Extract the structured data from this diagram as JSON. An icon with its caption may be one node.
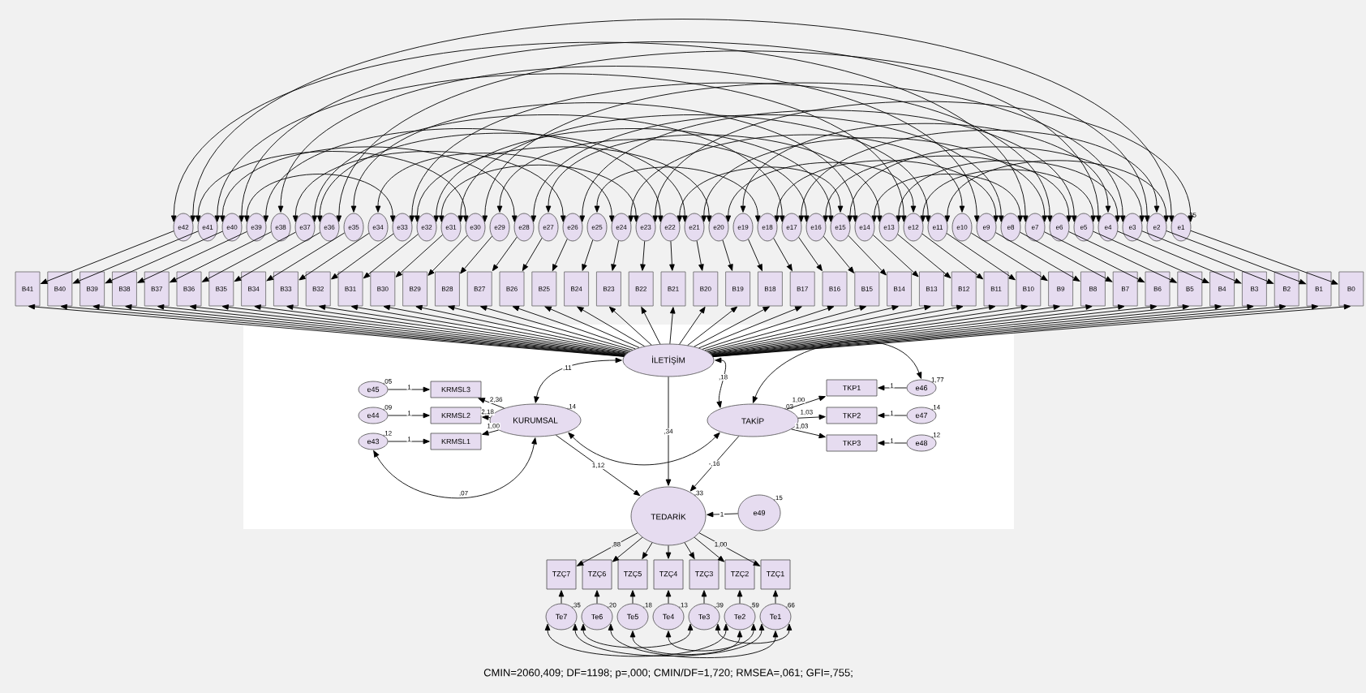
{
  "diagram": {
    "caption": "CMIN=2060,409; DF=1198; p=,000; CMIN/DF=1,720; RMSEA=,061; GFI=,755;",
    "nodes": [
      {
        "text": [
          "e42"
        ]
      },
      {
        "text": [
          "e41"
        ]
      },
      {
        "text": [
          "e40"
        ]
      },
      {
        "text": [
          "e39"
        ]
      },
      {
        "text": [
          "e38"
        ]
      },
      {
        "text": [
          "e37"
        ]
      },
      {
        "text": [
          "e36"
        ]
      },
      {
        "text": [
          "e35"
        ]
      },
      {
        "text": [
          "e34"
        ]
      },
      {
        "text": [
          "e33"
        ]
      },
      {
        "text": [
          "e32"
        ]
      },
      {
        "text": [
          "e31"
        ]
      },
      {
        "text": [
          "e30"
        ]
      },
      {
        "text": [
          "e29"
        ]
      },
      {
        "text": [
          "e28"
        ]
      },
      {
        "text": [
          "e27"
        ]
      },
      {
        "text": [
          "e26"
        ]
      },
      {
        "text": [
          "e25"
        ]
      },
      {
        "text": [
          "e24"
        ]
      },
      {
        "text": [
          "e23"
        ]
      },
      {
        "text": [
          "e22"
        ]
      },
      {
        "text": [
          "e21"
        ]
      },
      {
        "text": [
          "e20"
        ]
      },
      {
        "text": [
          "e19"
        ]
      },
      {
        "text": [
          "e18"
        ]
      },
      {
        "text": [
          "e17"
        ]
      },
      {
        "text": [
          "e16"
        ]
      },
      {
        "text": [
          "e15"
        ]
      },
      {
        "text": [
          "e14"
        ]
      },
      {
        "text": [
          "e13"
        ]
      },
      {
        "text": [
          "e12"
        ]
      },
      {
        "text": [
          "e11"
        ]
      },
      {
        "text": [
          "e10"
        ]
      },
      {
        "text": [
          "e9"
        ]
      },
      {
        "text": [
          "e8"
        ]
      },
      {
        "text": [
          "e7"
        ]
      },
      {
        "text": [
          "e6"
        ]
      },
      {
        "text": [
          "e5"
        ]
      },
      {
        "text": [
          "e4"
        ]
      },
      {
        "text": [
          "e3"
        ]
      },
      {
        "text": [
          "e2"
        ]
      },
      {
        "text": [
          "e1"
        ],
        "beside": [
          ",35"
        ]
      },
      {
        "text": [
          "B41"
        ]
      },
      {
        "text": [
          "B40"
        ]
      },
      {
        "text": [
          "B39"
        ]
      },
      {
        "text": [
          "B38"
        ]
      },
      {
        "text": [
          "B37"
        ]
      },
      {
        "text": [
          "B36"
        ]
      },
      {
        "text": [
          "B35"
        ]
      },
      {
        "text": [
          "B34"
        ]
      },
      {
        "text": [
          "B33"
        ]
      },
      {
        "text": [
          "B32"
        ]
      },
      {
        "text": [
          "B31"
        ]
      },
      {
        "text": [
          "B30"
        ]
      },
      {
        "text": [
          "B29"
        ]
      },
      {
        "text": [
          "B28"
        ]
      },
      {
        "text": [
          "B27"
        ]
      },
      {
        "text": [
          "B26"
        ]
      },
      {
        "text": [
          "B25"
        ]
      },
      {
        "text": [
          "B24"
        ]
      },
      {
        "text": [
          "B23"
        ]
      },
      {
        "text": [
          "B22"
        ]
      },
      {
        "text": [
          "B21"
        ]
      },
      {
        "text": [
          "B20"
        ]
      },
      {
        "text": [
          "B19"
        ]
      },
      {
        "text": [
          "B18"
        ]
      },
      {
        "text": [
          "B17"
        ]
      },
      {
        "text": [
          "B16"
        ]
      },
      {
        "text": [
          "B15"
        ]
      },
      {
        "text": [
          "B14"
        ]
      },
      {
        "text": [
          "B13"
        ]
      },
      {
        "text": [
          "B12"
        ]
      },
      {
        "text": [
          "B11"
        ]
      },
      {
        "text": [
          "B10"
        ]
      },
      {
        "text": [
          "B9"
        ]
      },
      {
        "text": [
          "B8"
        ]
      },
      {
        "text": [
          "B7"
        ]
      },
      {
        "text": [
          "B6"
        ]
      },
      {
        "text": [
          "B5"
        ]
      },
      {
        "text": [
          "B4"
        ]
      },
      {
        "text": [
          "B3"
        ]
      },
      {
        "text": [
          "B2"
        ]
      },
      {
        "text": [
          "B1"
        ]
      },
      {
        "text": [
          "B0"
        ]
      },
      {
        "text": [
          "İLETİŞİM"
        ]
      },
      {
        "text": [
          "e45"
        ],
        "beside": [
          ",05"
        ]
      },
      {
        "text": [
          "KRMSL3"
        ]
      },
      {
        "text": [
          "KURUMSAL"
        ],
        "beside": [
          ",14"
        ]
      },
      {
        "text": [
          "e44"
        ],
        "beside": [
          ",09"
        ]
      },
      {
        "text": [
          "KRMSL2"
        ]
      },
      {
        "text": [
          "e43"
        ],
        "beside": [
          ",12"
        ]
      },
      {
        "text": [
          "KRMSL1"
        ]
      },
      {
        "text": [
          "TAKİP"
        ],
        "beside": [
          ",03"
        ]
      },
      {
        "text": [
          "TKP1"
        ]
      },
      {
        "text": [
          "e46"
        ],
        "beside": [
          "1,77"
        ]
      },
      {
        "text": [
          "TKP2"
        ]
      },
      {
        "text": [
          "e47"
        ],
        "beside": [
          ",14"
        ]
      },
      {
        "text": [
          "TKP3"
        ]
      },
      {
        "text": [
          "e48"
        ],
        "beside": [
          ",12"
        ]
      },
      {
        "text": [
          "TEDARİK"
        ],
        "beside": [
          ",33"
        ]
      },
      {
        "text": [
          "e49"
        ],
        "beside": [
          ",15"
        ]
      },
      {
        "text": [
          "TZÇ7"
        ]
      },
      {
        "text": [
          "TZÇ6"
        ]
      },
      {
        "text": [
          "TZÇ5"
        ]
      },
      {
        "text": [
          "TZÇ4"
        ]
      },
      {
        "text": [
          "TZÇ3"
        ]
      },
      {
        "text": [
          "TZÇ2"
        ]
      },
      {
        "text": [
          "TZÇ1"
        ]
      },
      {
        "text": [
          "Te7"
        ],
        "beside": [
          ",35"
        ]
      },
      {
        "text": [
          "Te6"
        ],
        "beside": [
          ",20"
        ]
      },
      {
        "text": [
          "Te5"
        ],
        "beside": [
          ",18"
        ]
      },
      {
        "text": [
          "Te4"
        ],
        "beside": [
          ",13"
        ]
      },
      {
        "text": [
          "Te3"
        ],
        "beside": [
          ",39"
        ]
      },
      {
        "text": [
          "Te2"
        ],
        "beside": [
          ",59"
        ]
      },
      {
        "text": [
          "Te1"
        ],
        "beside": [
          ",66"
        ]
      }
    ],
    "edges": [
      {
        "from": 0,
        "to": 42,
        "arrow": "to"
      },
      {
        "from": 1,
        "to": 43,
        "arrow": "to"
      },
      {
        "from": 2,
        "to": 44,
        "arrow": "to"
      },
      {
        "from": 3,
        "to": 45,
        "arrow": "to"
      },
      {
        "from": 4,
        "to": 46,
        "arrow": "to"
      },
      {
        "from": 5,
        "to": 47,
        "arrow": "to"
      },
      {
        "from": 6,
        "to": 48,
        "arrow": "to"
      },
      {
        "from": 7,
        "to": 49,
        "arrow": "to"
      },
      {
        "from": 8,
        "to": 50,
        "arrow": "to"
      },
      {
        "from": 9,
        "to": 51,
        "arrow": "to"
      },
      {
        "from": 10,
        "to": 52,
        "arrow": "to"
      },
      {
        "from": 11,
        "to": 53,
        "arrow": "to"
      },
      {
        "from": 12,
        "to": 54,
        "arrow": "to"
      },
      {
        "from": 13,
        "to": 55,
        "arrow": "to"
      },
      {
        "from": 14,
        "to": 56,
        "arrow": "to"
      },
      {
        "from": 15,
        "to": 57,
        "arrow": "to"
      },
      {
        "from": 16,
        "to": 58,
        "arrow": "to"
      },
      {
        "from": 17,
        "to": 59,
        "arrow": "to"
      },
      {
        "from": 18,
        "to": 60,
        "arrow": "to"
      },
      {
        "from": 19,
        "to": 61,
        "arrow": "to"
      },
      {
        "from": 20,
        "to": 62,
        "arrow": "to"
      },
      {
        "from": 21,
        "to": 63,
        "arrow": "to"
      },
      {
        "from": 22,
        "to": 64,
        "arrow": "to"
      },
      {
        "from": 23,
        "to": 65,
        "arrow": "to"
      },
      {
        "from": 24,
        "to": 66,
        "arrow": "to"
      },
      {
        "from": 25,
        "to": 67,
        "arrow": "to"
      },
      {
        "from": 26,
        "to": 68,
        "arrow": "to"
      },
      {
        "from": 27,
        "to": 69,
        "arrow": "to"
      },
      {
        "from": 28,
        "to": 70,
        "arrow": "to"
      },
      {
        "from": 29,
        "to": 71,
        "arrow": "to"
      },
      {
        "from": 30,
        "to": 72,
        "arrow": "to"
      },
      {
        "from": 31,
        "to": 73,
        "arrow": "to"
      },
      {
        "from": 32,
        "to": 74,
        "arrow": "to"
      },
      {
        "from": 33,
        "to": 75,
        "arrow": "to"
      },
      {
        "from": 34,
        "to": 76,
        "arrow": "to"
      },
      {
        "from": 35,
        "to": 77,
        "arrow": "to"
      },
      {
        "from": 36,
        "to": 78,
        "arrow": "to"
      },
      {
        "from": 37,
        "to": 79,
        "arrow": "to"
      },
      {
        "from": 38,
        "to": 80,
        "arrow": "to"
      },
      {
        "from": 39,
        "to": 81,
        "arrow": "to"
      },
      {
        "from": 40,
        "to": 82,
        "arrow": "to"
      },
      {
        "from": 41,
        "to": 83,
        "arrow": "to"
      },
      {
        "from": 84,
        "to": 42,
        "arrow": "to"
      },
      {
        "from": 84,
        "to": 43,
        "arrow": "to"
      },
      {
        "from": 84,
        "to": 44,
        "arrow": "to"
      },
      {
        "from": 84,
        "to": 45,
        "arrow": "to"
      },
      {
        "from": 84,
        "to": 46,
        "arrow": "to"
      },
      {
        "from": 84,
        "to": 47,
        "arrow": "to"
      },
      {
        "from": 84,
        "to": 48,
        "arrow": "to"
      },
      {
        "from": 84,
        "to": 49,
        "arrow": "to"
      },
      {
        "from": 84,
        "to": 50,
        "arrow": "to"
      },
      {
        "from": 84,
        "to": 51,
        "arrow": "to"
      },
      {
        "from": 84,
        "to": 52,
        "arrow": "to"
      },
      {
        "from": 84,
        "to": 53,
        "arrow": "to"
      },
      {
        "from": 84,
        "to": 54,
        "arrow": "to"
      },
      {
        "from": 84,
        "to": 55,
        "arrow": "to"
      },
      {
        "from": 84,
        "to": 56,
        "arrow": "to"
      },
      {
        "from": 84,
        "to": 57,
        "arrow": "to"
      },
      {
        "from": 84,
        "to": 58,
        "arrow": "to"
      },
      {
        "from": 84,
        "to": 59,
        "arrow": "to"
      },
      {
        "from": 84,
        "to": 60,
        "arrow": "to"
      },
      {
        "from": 84,
        "to": 61,
        "arrow": "to"
      },
      {
        "from": 84,
        "to": 62,
        "arrow": "to"
      },
      {
        "from": 84,
        "to": 63,
        "arrow": "to"
      },
      {
        "from": 84,
        "to": 64,
        "arrow": "to"
      },
      {
        "from": 84,
        "to": 65,
        "arrow": "to"
      },
      {
        "from": 84,
        "to": 66,
        "arrow": "to"
      },
      {
        "from": 84,
        "to": 67,
        "arrow": "to"
      },
      {
        "from": 84,
        "to": 68,
        "arrow": "to"
      },
      {
        "from": 84,
        "to": 69,
        "arrow": "to"
      },
      {
        "from": 84,
        "to": 70,
        "arrow": "to"
      },
      {
        "from": 84,
        "to": 71,
        "arrow": "to"
      },
      {
        "from": 84,
        "to": 72,
        "arrow": "to"
      },
      {
        "from": 84,
        "to": 73,
        "arrow": "to"
      },
      {
        "from": 84,
        "to": 74,
        "arrow": "to"
      },
      {
        "from": 84,
        "to": 75,
        "arrow": "to"
      },
      {
        "from": 84,
        "to": 76,
        "arrow": "to"
      },
      {
        "from": 84,
        "to": 77,
        "arrow": "to"
      },
      {
        "from": 84,
        "to": 78,
        "arrow": "to"
      },
      {
        "from": 84,
        "to": 79,
        "arrow": "to"
      },
      {
        "from": 84,
        "to": 80,
        "arrow": "to"
      },
      {
        "from": 84,
        "to": 81,
        "arrow": "to"
      },
      {
        "from": 84,
        "to": 82,
        "arrow": "to"
      },
      {
        "from": 84,
        "to": 83,
        "arrow": "to"
      },
      {
        "from": 0,
        "to": 41,
        "arrow": "both"
      },
      {
        "from": 0,
        "to": 35,
        "arrow": "both"
      },
      {
        "from": 1,
        "to": 30,
        "arrow": "both"
      },
      {
        "from": 2,
        "to": 38,
        "arrow": "both"
      },
      {
        "from": 3,
        "to": 20,
        "arrow": "both"
      },
      {
        "from": 4,
        "to": 33,
        "arrow": "both"
      },
      {
        "from": 5,
        "to": 25,
        "arrow": "both"
      },
      {
        "from": 6,
        "to": 40,
        "arrow": "both"
      },
      {
        "from": 7,
        "to": 28,
        "arrow": "both"
      },
      {
        "from": 8,
        "to": 18,
        "arrow": "both"
      },
      {
        "from": 9,
        "to": 36,
        "arrow": "both"
      },
      {
        "from": 10,
        "to": 22,
        "arrow": "both"
      },
      {
        "from": 11,
        "to": 31,
        "arrow": "both"
      },
      {
        "from": 12,
        "to": 39,
        "arrow": "both"
      },
      {
        "from": 13,
        "to": 26,
        "arrow": "both"
      },
      {
        "from": 14,
        "to": 34,
        "arrow": "both"
      },
      {
        "from": 15,
        "to": 29,
        "arrow": "both"
      },
      {
        "from": 16,
        "to": 37,
        "arrow": "both"
      },
      {
        "from": 17,
        "to": 24,
        "arrow": "both"
      },
      {
        "from": 18,
        "to": 32,
        "arrow": "both"
      },
      {
        "from": 19,
        "to": 41,
        "arrow": "both"
      },
      {
        "from": 20,
        "to": 27,
        "arrow": "both"
      },
      {
        "from": 21,
        "to": 35,
        "arrow": "both"
      },
      {
        "from": 22,
        "to": 30,
        "arrow": "both"
      },
      {
        "from": 23,
        "to": 38,
        "arrow": "both"
      },
      {
        "from": 24,
        "to": 33,
        "arrow": "both"
      },
      {
        "from": 25,
        "to": 40,
        "arrow": "both"
      },
      {
        "from": 26,
        "to": 36,
        "arrow": "both"
      },
      {
        "from": 27,
        "to": 39,
        "arrow": "both"
      },
      {
        "from": 28,
        "to": 34,
        "arrow": "both"
      },
      {
        "from": 1,
        "to": 12,
        "arrow": "both"
      },
      {
        "from": 3,
        "to": 9,
        "arrow": "both"
      },
      {
        "from": 5,
        "to": 16,
        "arrow": "both"
      },
      {
        "from": 30,
        "to": 37,
        "arrow": "both"
      },
      {
        "from": 31,
        "to": 40,
        "arrow": "both"
      },
      {
        "from": 2,
        "to": 14,
        "arrow": "both"
      },
      {
        "from": 6,
        "to": 21,
        "arrow": "both"
      },
      {
        "from": 10,
        "to": 27,
        "arrow": "both"
      },
      {
        "from": 11,
        "to": 19,
        "arrow": "both"
      },
      {
        "from": 29,
        "to": 38,
        "arrow": "both"
      },
      {
        "from": 84,
        "to": 87,
        "arrow": "both",
        "label": ",11"
      },
      {
        "from": 84,
        "to": 92,
        "arrow": "both",
        "label": ",18"
      },
      {
        "from": 87,
        "to": 92,
        "arrow": "both"
      },
      {
        "from": 90,
        "to": 87,
        "arrow": "both",
        "label": ",07"
      },
      {
        "from": 94,
        "to": 92,
        "arrow": "both"
      },
      {
        "from": 87,
        "to": 86,
        "arrow": "to",
        "label": "2,36"
      },
      {
        "from": 87,
        "to": 89,
        "arrow": "to",
        "label": "2,18"
      },
      {
        "from": 87,
        "to": 91,
        "arrow": "to",
        "label": "1,00"
      },
      {
        "from": 85,
        "to": 86,
        "arrow": "to",
        "label": "1"
      },
      {
        "from": 88,
        "to": 89,
        "arrow": "to",
        "label": "1"
      },
      {
        "from": 90,
        "to": 91,
        "arrow": "to",
        "label": "1"
      },
      {
        "from": 92,
        "to": 93,
        "arrow": "to",
        "label": "1,00"
      },
      {
        "from": 92,
        "to": 95,
        "arrow": "to",
        "label": "1,03"
      },
      {
        "from": 92,
        "to": 97,
        "arrow": "to",
        "label": "1,03"
      },
      {
        "from": 94,
        "to": 93,
        "arrow": "to",
        "label": "1"
      },
      {
        "from": 96,
        "to": 95,
        "arrow": "to",
        "label": "1"
      },
      {
        "from": 98,
        "to": 97,
        "arrow": "to",
        "label": "1"
      },
      {
        "from": 84,
        "to": 99,
        "arrow": "to",
        "label": ",34"
      },
      {
        "from": 87,
        "to": 99,
        "arrow": "to",
        "label": "1,12"
      },
      {
        "from": 92,
        "to": 99,
        "arrow": "to",
        "label": "-,16"
      },
      {
        "from": 100,
        "to": 99,
        "arrow": "to",
        "label": "1"
      },
      {
        "from": 99,
        "to": 101,
        "arrow": "to",
        "label": ",88"
      },
      {
        "from": 99,
        "to": 102,
        "arrow": "to"
      },
      {
        "from": 99,
        "to": 103,
        "arrow": "to"
      },
      {
        "from": 99,
        "to": 104,
        "arrow": "to"
      },
      {
        "from": 99,
        "to": 105,
        "arrow": "to"
      },
      {
        "from": 99,
        "to": 106,
        "arrow": "to"
      },
      {
        "from": 99,
        "to": 107,
        "arrow": "to",
        "label": "1,00"
      },
      {
        "from": 108,
        "to": 101,
        "arrow": "to"
      },
      {
        "from": 109,
        "to": 102,
        "arrow": "to"
      },
      {
        "from": 110,
        "to": 103,
        "arrow": "to"
      },
      {
        "from": 111,
        "to": 104,
        "arrow": "to"
      },
      {
        "from": 112,
        "to": 105,
        "arrow": "to"
      },
      {
        "from": 113,
        "to": 106,
        "arrow": "to"
      },
      {
        "from": 114,
        "to": 107,
        "arrow": "to"
      },
      {
        "from": 108,
        "to": 113,
        "arrow": "both"
      },
      {
        "from": 108,
        "to": 114,
        "arrow": "both"
      },
      {
        "from": 109,
        "to": 112,
        "arrow": "both"
      },
      {
        "from": 109,
        "to": 114,
        "arrow": "both"
      },
      {
        "from": 110,
        "to": 113,
        "arrow": "both"
      },
      {
        "from": 112,
        "to": 114,
        "arrow": "both"
      },
      {
        "from": 111,
        "to": 113,
        "arrow": "both"
      }
    ]
  }
}
